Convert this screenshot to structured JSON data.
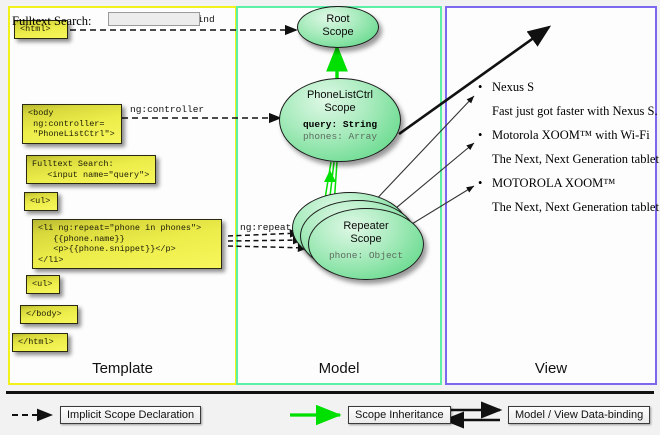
{
  "panels": {
    "template": {
      "label": "Template",
      "border_color": "#f2f21a"
    },
    "model": {
      "label": "Model",
      "border_color": "#5bf0a5"
    },
    "view": {
      "label": "View",
      "border_color": "#7c68ee"
    }
  },
  "template_boxes": [
    {
      "id": "html-open",
      "text": "<html>"
    },
    {
      "id": "body-open",
      "text": "<body\n ng:controller=\n \"PhoneListCtrl\">"
    },
    {
      "id": "search",
      "text": "Fulltext Search:\n   <input name=\"query\">"
    },
    {
      "id": "ul-open",
      "text": "<ul>"
    },
    {
      "id": "li-repeat",
      "text": "<li ng:repeat=\"phone in phones\">\n   {{phone.name}}\n   <p>{{phone.snippet}}</p>\n</li>"
    },
    {
      "id": "ul-close",
      "text": "<ul>"
    },
    {
      "id": "body-close",
      "text": "</body>"
    },
    {
      "id": "html-close",
      "text": "</html>"
    }
  ],
  "edge_labels": {
    "autobind": "ng:autobind",
    "controller": "ng:controller",
    "repeat": "ng:repeat"
  },
  "scopes": {
    "root": {
      "title_line1": "Root",
      "title_line2": "Scope"
    },
    "ctrl": {
      "title_line1": "PhoneListCtrl",
      "title_line2": "Scope",
      "prop_query": "query: String",
      "prop_phones": "phones: Array"
    },
    "repeater": {
      "title_line1": "Repeater",
      "title_line2": "Scope",
      "prop_phone": "phone: Object",
      "stack_count": 3
    }
  },
  "view": {
    "search_label": "Fulltext Search:",
    "search_value": "",
    "search_placeholder": "",
    "items": [
      {
        "name": "Nexus S",
        "snippet": "Fast just got faster with Nexus S."
      },
      {
        "name": "Motorola XOOM™  with Wi-Fi",
        "snippet": "The Next, Next Generation tablet."
      },
      {
        "name": "MOTOROLA XOOM™",
        "snippet": "The Next, Next Generation tablet."
      }
    ]
  },
  "legend": [
    {
      "id": "implicit",
      "label": "Implicit Scope Declaration",
      "arrow": "dashed-black"
    },
    {
      "id": "inheritance",
      "label": "Scope Inheritance",
      "arrow": "solid-green"
    },
    {
      "id": "databinding",
      "label": "Model / View Data-binding",
      "arrow": "double-black"
    }
  ],
  "colors": {
    "yellow_box": "#ecec4a",
    "green_scope": "#72dd95",
    "inheritance_green": "#00e000",
    "arrow_black": "#111111"
  }
}
